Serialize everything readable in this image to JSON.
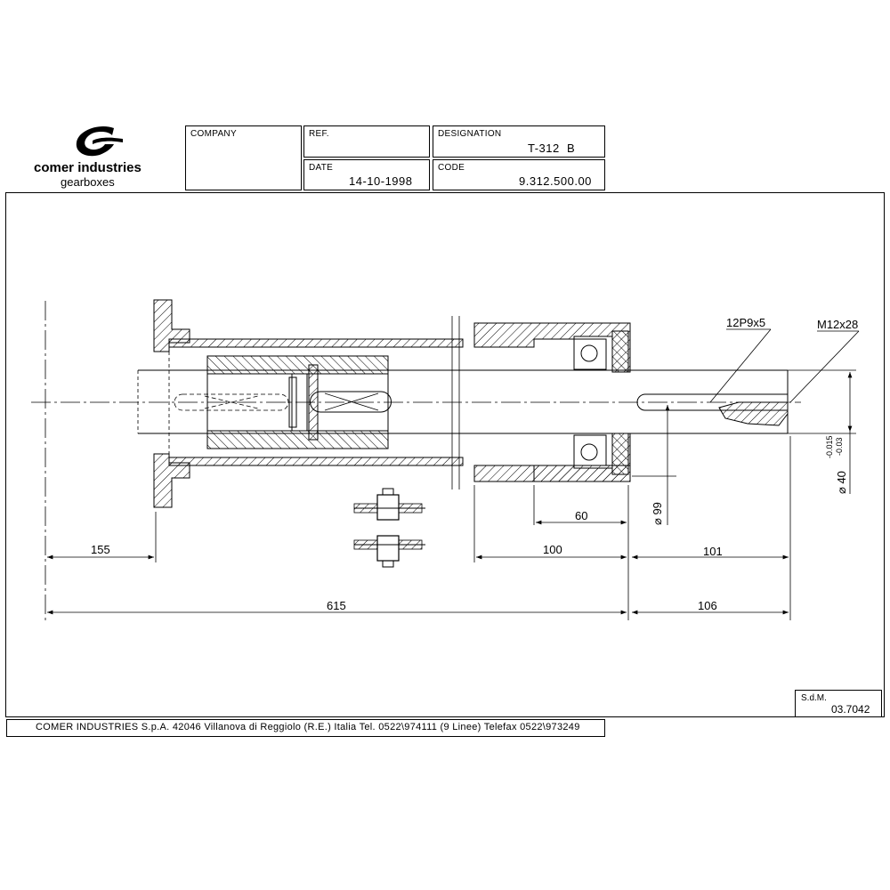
{
  "logo": {
    "line1": "comer industries",
    "line2": "gearboxes"
  },
  "title_block": {
    "company_label": "COMPANY",
    "ref_label": "REF.",
    "designation_label": "DESIGNATION",
    "designation_value": "T-312  B",
    "date_label": "DATE",
    "date_value": "14-10-1998",
    "code_label": "CODE",
    "code_value": "9.312.500.00"
  },
  "dimensions": {
    "d155": "155",
    "d615": "615",
    "d60": "60",
    "d100": "100",
    "d101": "101",
    "d106": "106",
    "dia99": "⌀ 99",
    "dia40": "⌀ 40",
    "tol_upper": "-0.015",
    "tol_lower": "-0.03",
    "key_callout": "12P9x5",
    "bolt_callout": "M12x28"
  },
  "sdm": {
    "label": "S.d.M.",
    "value": "03.7042"
  },
  "footer": "COMER INDUSTRIES S.p.A. 42046 Villanova di Reggiolo (R.E.) Italia Tel. 0522\\974111 (9 Linee) Telefax 0522\\973249"
}
